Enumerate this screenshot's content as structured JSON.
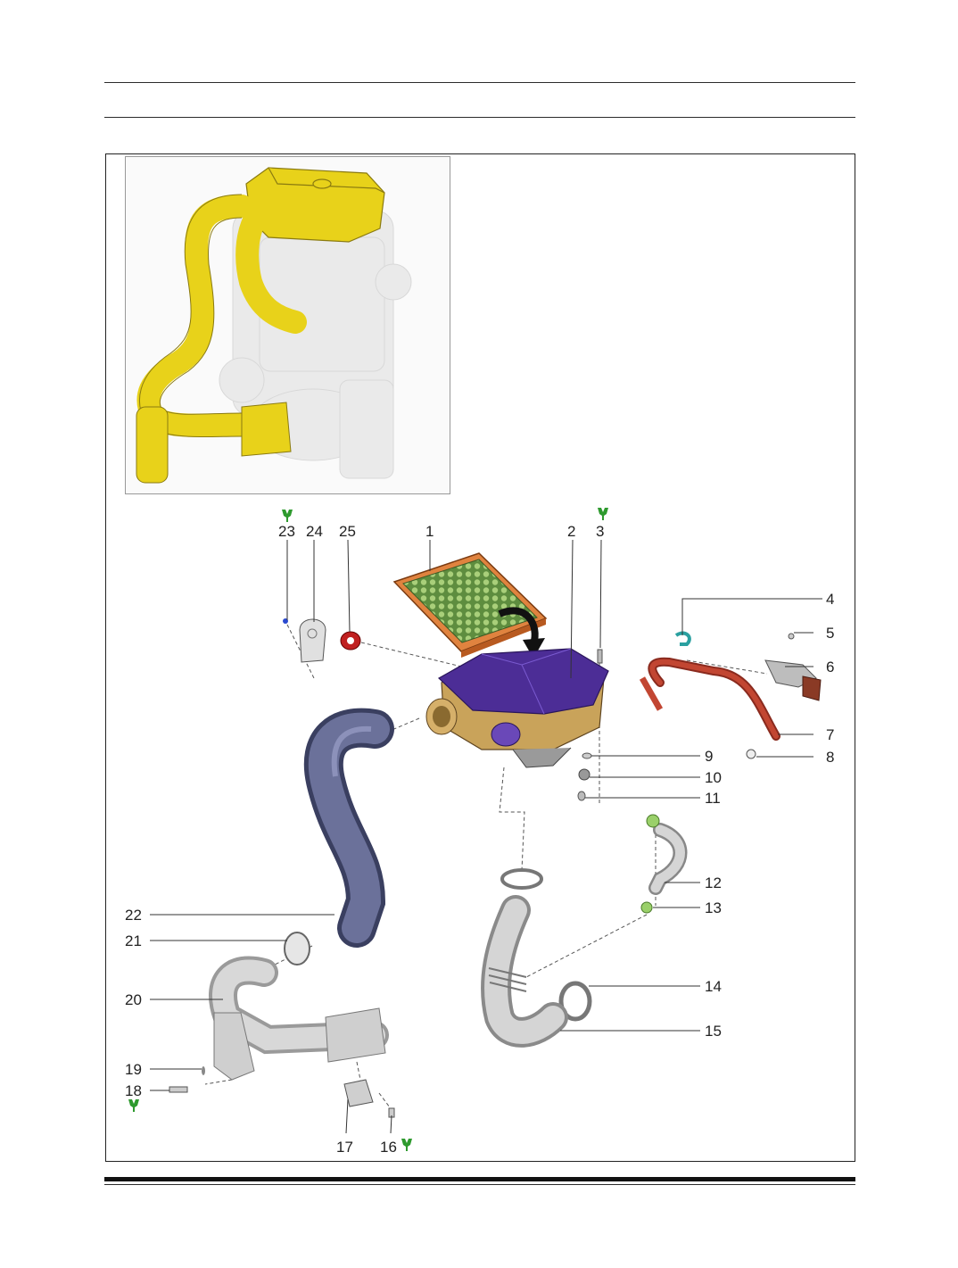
{
  "callouts": {
    "c1": "1",
    "c2": "2",
    "c3": "3",
    "c4": "4",
    "c5": "5",
    "c6": "6",
    "c7": "7",
    "c8": "8",
    "c9": "9",
    "c10": "10",
    "c11": "11",
    "c12": "12",
    "c13": "13",
    "c14": "14",
    "c15": "15",
    "c16": "16",
    "c17": "17",
    "c18": "18",
    "c19": "19",
    "c20": "20",
    "c21": "21",
    "c22": "22",
    "c23": "23",
    "c24": "24",
    "c25": "25"
  },
  "torque_icons": [
    "torque-wrench-23",
    "torque-wrench-3",
    "torque-wrench-18",
    "torque-wrench-16"
  ],
  "colors": {
    "overview_parts": "#e8d21a",
    "air_cleaner_cover": "#5a3a9a",
    "air_cleaner_body": "#c9a35a",
    "filter_frame": "#e07a3a",
    "filter_mesh": "#6a9a4a",
    "inlet_duct": "#5b6187",
    "vent_hose": "#b33a2a",
    "wrench_icon": "#2e9a2e",
    "grommet": "#c02020"
  }
}
